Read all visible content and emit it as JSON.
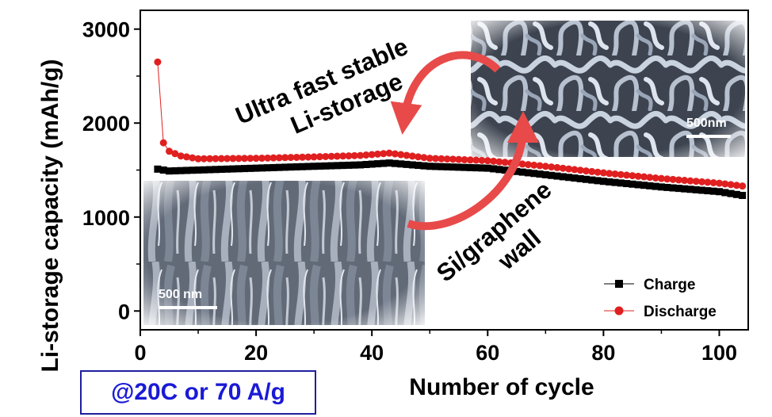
{
  "chart_data": {
    "type": "scatter",
    "xlabel": "Number of cycle",
    "ylabel": "Li-storage capacity  (mAh/g)",
    "xlim": [
      0,
      105
    ],
    "ylim": [
      -200,
      3200
    ],
    "x_ticks": [
      0,
      20,
      40,
      60,
      80,
      100
    ],
    "y_ticks": [
      0,
      1000,
      2000,
      3000
    ],
    "legend": {
      "placement": "bottom-right"
    },
    "series": [
      {
        "name": "Charge",
        "color": "#000000",
        "marker": "square",
        "x_start": 3,
        "x_end": 104,
        "anchors": [
          [
            3,
            1510
          ],
          [
            5,
            1490
          ],
          [
            10,
            1500
          ],
          [
            20,
            1520
          ],
          [
            30,
            1540
          ],
          [
            38,
            1555
          ],
          [
            43,
            1575
          ],
          [
            50,
            1540
          ],
          [
            60,
            1520
          ],
          [
            70,
            1450
          ],
          [
            80,
            1380
          ],
          [
            90,
            1320
          ],
          [
            100,
            1270
          ],
          [
            104,
            1230
          ]
        ]
      },
      {
        "name": "Discharge",
        "color": "#e02020",
        "marker": "circle",
        "x_start": 3,
        "x_end": 104,
        "anchors": [
          [
            3,
            2650
          ],
          [
            4,
            1790
          ],
          [
            5,
            1700
          ],
          [
            7,
            1650
          ],
          [
            10,
            1620
          ],
          [
            20,
            1625
          ],
          [
            30,
            1640
          ],
          [
            38,
            1655
          ],
          [
            43,
            1680
          ],
          [
            50,
            1625
          ],
          [
            60,
            1600
          ],
          [
            70,
            1540
          ],
          [
            80,
            1470
          ],
          [
            90,
            1410
          ],
          [
            100,
            1360
          ],
          [
            104,
            1330
          ]
        ]
      }
    ],
    "annotations": {
      "callout_top": [
        "Ultra fast stable",
        "Li-storage"
      ],
      "callout_bottom": [
        "Si/graphene",
        "wall"
      ],
      "inset_top_scale": "500nm",
      "inset_bottom_scale": "500 nm"
    },
    "condition": "@20C or 70 A/g"
  }
}
